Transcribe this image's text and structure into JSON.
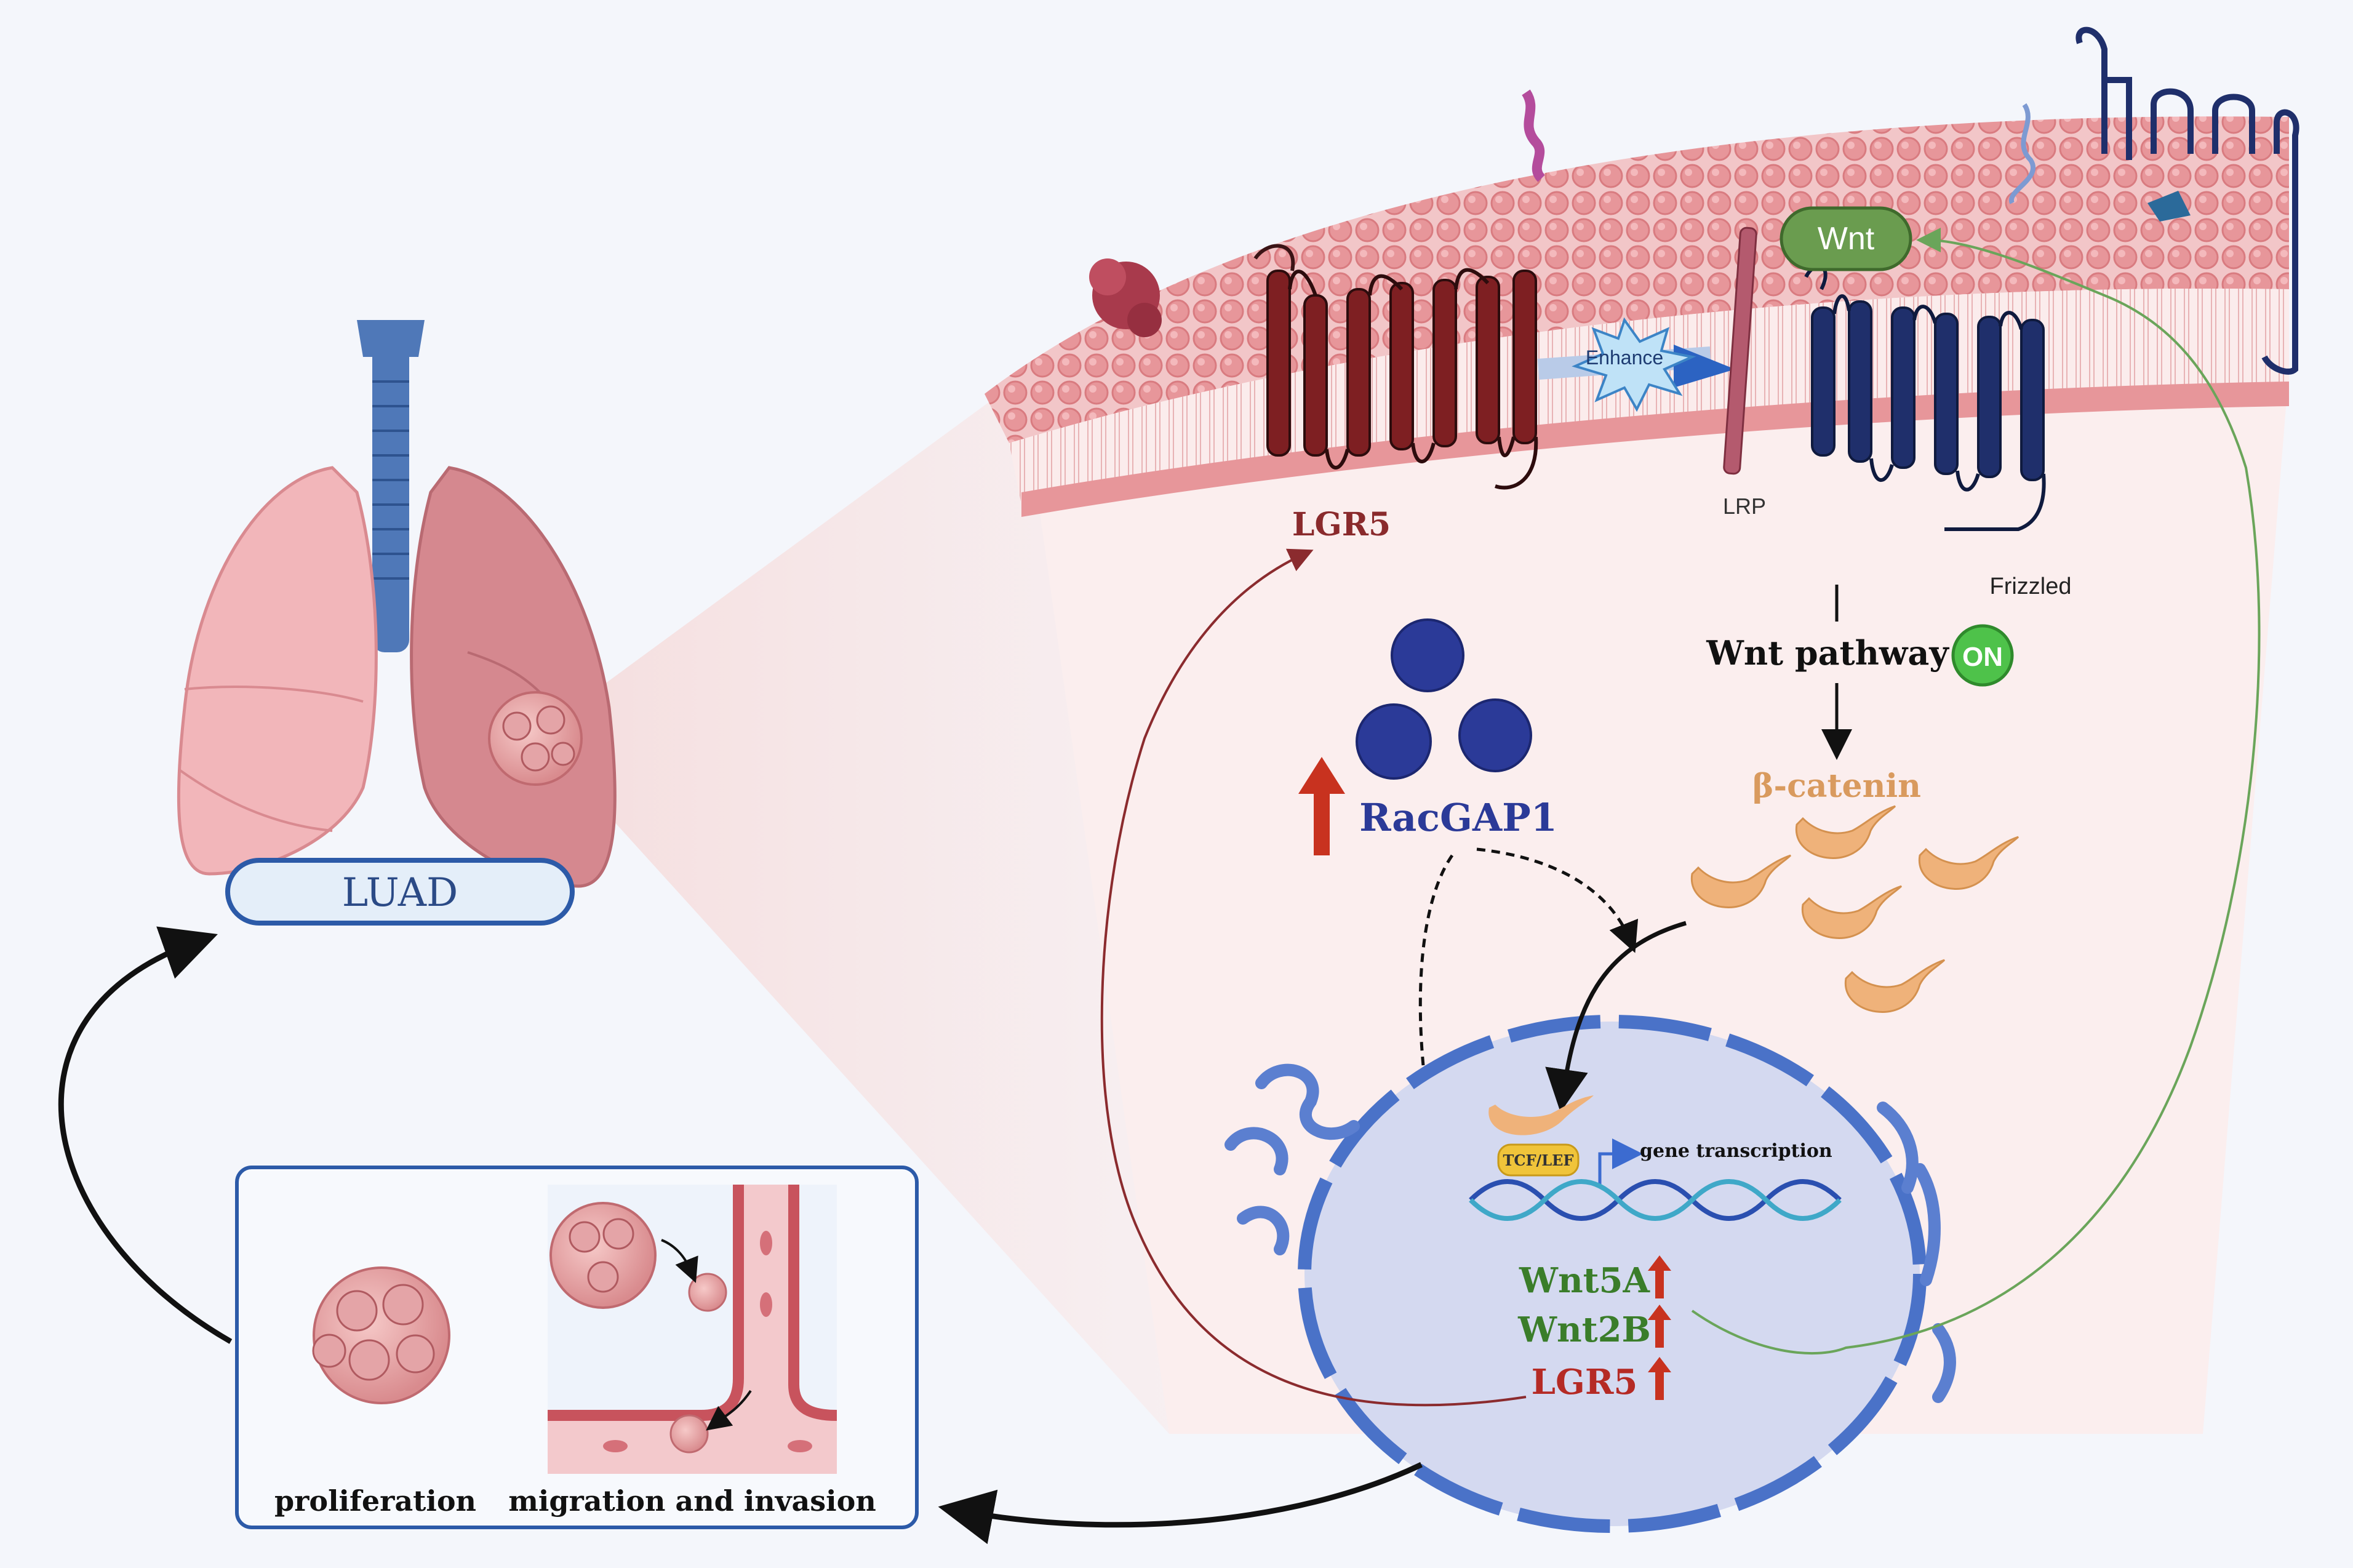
{
  "colors": {
    "background": "#f4f6fb",
    "membrane_head": "#e7969a",
    "lgr5": "#7e1f22",
    "frizzled": "#1f2f6b",
    "racgap1": "#2b3a98",
    "beta_catenin": "#efb27a",
    "wnt_green": "#3a7d2a",
    "up_arrow": "#c8321f",
    "nucleus": "#d4d9f0",
    "nucleus_rim": "#4a72c8",
    "lung": "#f2b6ba"
  },
  "labels": {
    "luad": "LUAD",
    "lgr5_top": "LGR5",
    "enhance": "Enhance",
    "wnt": "Wnt",
    "lrp": "LRP",
    "frizzled": "Frizzled",
    "wnt_pathway": "Wnt pathway",
    "on_badge": "ON",
    "beta_catenin": "β-catenin",
    "racgap1": "RacGAP1",
    "tcf_lef": "TCF/LEF",
    "gene_transcription": "gene transcription",
    "wnt5a": "Wnt5A",
    "wnt2b": "Wnt2B",
    "lgr5_nucleus": "LGR5",
    "proliferation": "proliferation",
    "migration": "migration and invasion"
  },
  "icons": [
    "lung-icon",
    "tumor-cell-icon",
    "racgap1-protein-icon",
    "beta-catenin-icon",
    "dna-icon",
    "blood-vessel-icon"
  ]
}
